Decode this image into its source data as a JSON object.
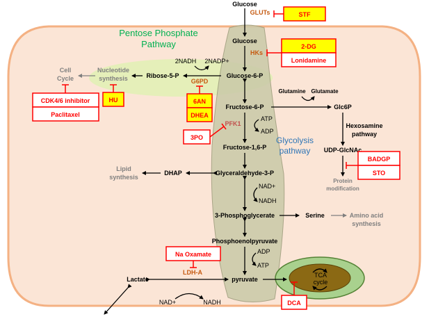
{
  "colors": {
    "cell_fill": "#fbe5d6",
    "cell_stroke": "#f4b183",
    "glycolysis_band": "#c9c9a8",
    "ppp_region": "#e2efb6",
    "ppp_label": "#00b050",
    "glycolysis_label": "#2e75b6",
    "enzyme_text": "#c55a11",
    "inhibitor_red": "#ff0000",
    "highlight_yellow": "#ffff00",
    "mito_fill": "#8b6914",
    "mito_outer": "#a9d18e"
  },
  "top_label": "Glucose",
  "region_labels": {
    "ppp_line1": "Pentose Phosphate",
    "ppp_line2": "Pathway",
    "glyco_line1": "Glycolysis",
    "glyco_line2": "pathway"
  },
  "metabolites": {
    "glucose": "Glucose",
    "g6p": "Glucose-6-P",
    "f6p": "Fructose-6-P",
    "f16p": "Fructose-1,6-P",
    "gap": "Glyceraldehyde-3-P",
    "pg3": "3-Phosphoglycerate",
    "pep": "Phosphoenolpyruvate",
    "pyruvate": "pyruvate",
    "lactate": "Lactate",
    "ribose": "Ribose-5-P",
    "dhap": "DHAP",
    "serine": "Serine",
    "glc6p": "Glc6P",
    "udp": "UDP-GlcNAc",
    "glutamine": "Glutamine",
    "glutamate": "Glutamate"
  },
  "cofactors": {
    "nadh2": "2NADH",
    "nadp2": "2NADP+",
    "atp1": "ATP",
    "adp1": "ADP",
    "nad_gap": "NAD+",
    "nadh_gap": "NADH",
    "adp_pep": "ADP",
    "atp_pep": "ATP",
    "nad_lac": "NAD+",
    "nadh_lac": "NADH"
  },
  "gray_labels": {
    "cell_cycle_1": "Cell",
    "cell_cycle_2": "Cycle",
    "nucleotide_1": "Nucleotide",
    "nucleotide_2": "synthesis",
    "lipid_1": "Lipid",
    "lipid_2": "synthesis",
    "amino_1": "Amino acid",
    "amino_2": "synthesis",
    "protein_1": "Protein",
    "protein_2": "modification"
  },
  "pathway_labels": {
    "hexosamine_1": "Hexosamine",
    "hexosamine_2": "pathway",
    "tca_1": "TCA",
    "tca_2": "cycle"
  },
  "enzymes": {
    "gluts": "GLUTs",
    "hks": "HKs",
    "g6pd": "G6PD",
    "pfk1": "PFK1",
    "ldha": "LDH-A"
  },
  "inhibitors": {
    "stf": "STF",
    "dg2": "2-DG",
    "lonidamine": "Lonidamine",
    "cdk": "CDK4/6 inhibitor",
    "paclitaxel": "Paclitaxel",
    "hu": "HU",
    "an6": "6AN",
    "dhea": "DHEA",
    "po3": "3PO",
    "badgp": "BADGP",
    "sto": "STO",
    "na_oxamate": "Na Oxamate",
    "dca": "DCA"
  }
}
